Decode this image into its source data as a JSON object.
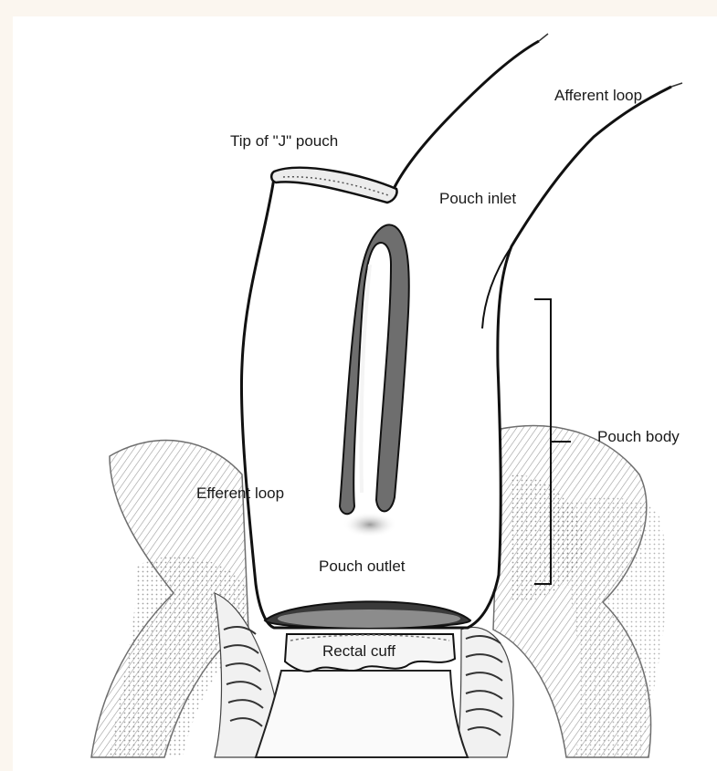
{
  "labels": {
    "afferent_loop": "Afferent loop",
    "tip_of_j_pouch": "Tip of \"J\" pouch",
    "pouch_inlet": "Pouch inlet",
    "pouch_body": "Pouch body",
    "efferent_loop": "Efferent loop",
    "pouch_outlet": "Pouch outlet",
    "rectal_cuff": "Rectal cuff"
  }
}
